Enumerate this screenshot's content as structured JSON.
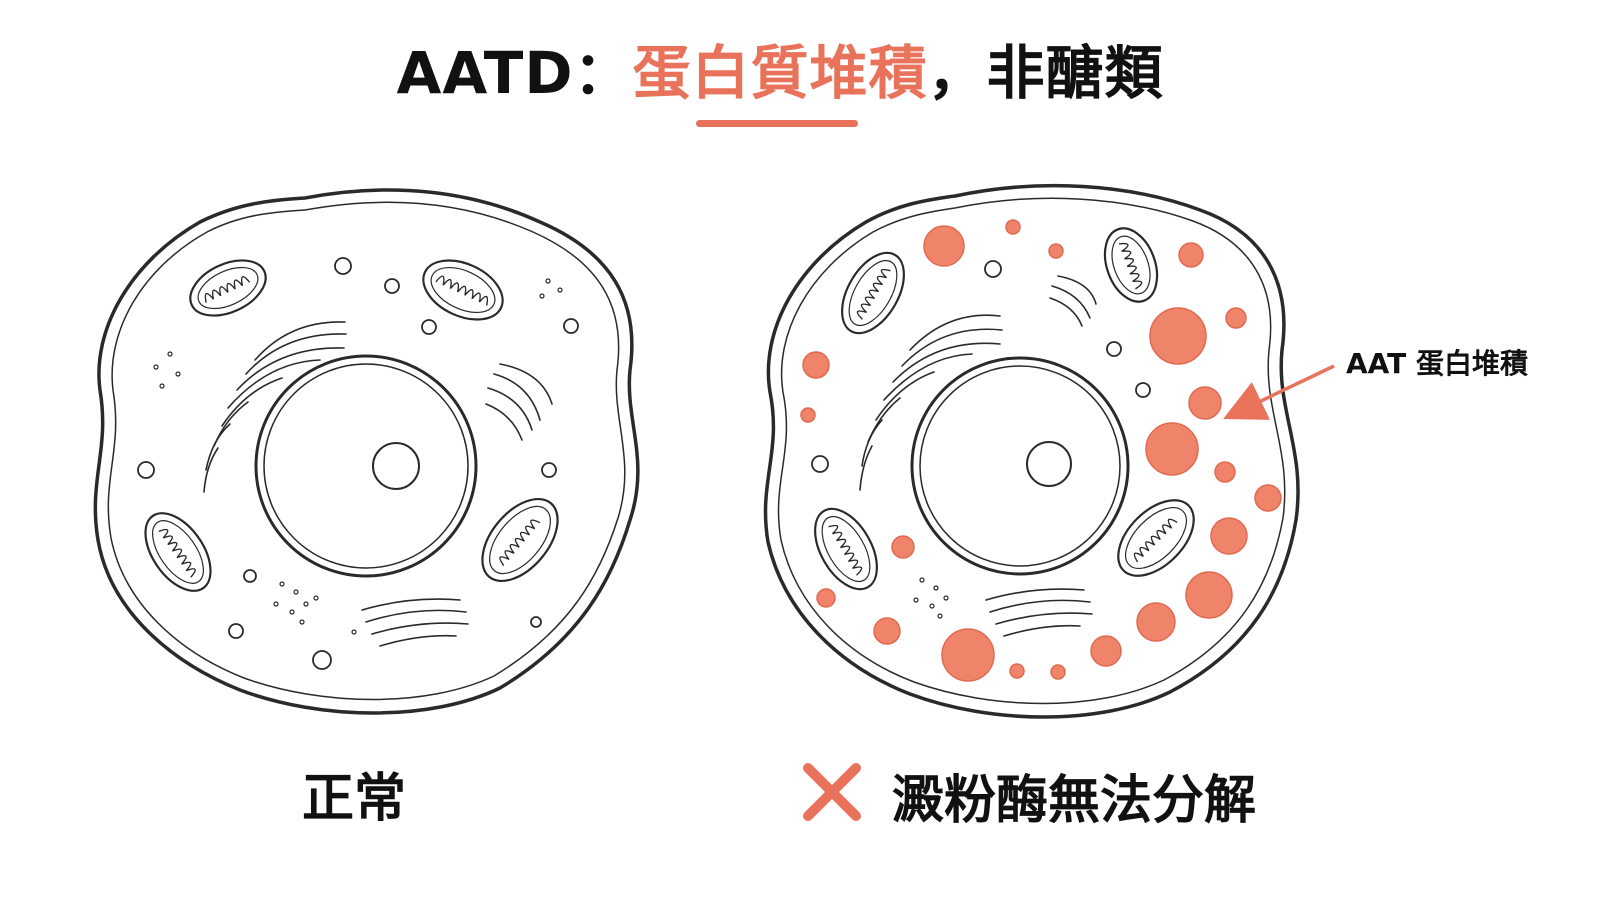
{
  "title": {
    "prefix": "AATD：",
    "highlight": "蛋白質堆積",
    "suffix": "，非醣類"
  },
  "colors": {
    "accent": "#e8735a",
    "aggregate_fill": "#f0846a",
    "outline": "#2a2a2a"
  },
  "left_cell": {
    "caption": "正常"
  },
  "right_cell": {
    "caption": "澱粉酶無法分解",
    "caption_icon": "x-icon",
    "callout": "AAT 蛋白堆積"
  }
}
